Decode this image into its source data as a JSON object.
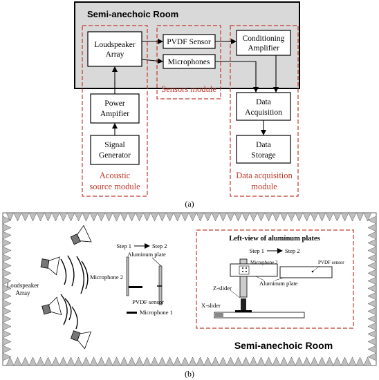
{
  "panel_a": {
    "room_title": "Semi-anechoic Room",
    "blocks": {
      "loudspeaker_array": [
        "Loudspeaker",
        "Array"
      ],
      "pvdf_sensor": [
        "PVDF Sensor"
      ],
      "conditioning_amplifier": [
        "Conditioning",
        "Amplifier"
      ],
      "microphones": [
        "Microphones"
      ],
      "power_amplifier": [
        "Power",
        "Ampifier"
      ],
      "signal_generator": [
        "Signal",
        "Generator"
      ],
      "data_acquisition": [
        "Data",
        "Acquisition"
      ],
      "data_storage": [
        "Data",
        "Storage"
      ]
    },
    "modules": {
      "acoustic_source": [
        "Acoustic",
        "source module"
      ],
      "sensors": [
        "Sensors module"
      ],
      "data_acquisition": [
        "Data acquisition",
        "module"
      ]
    },
    "caption": "(a)"
  },
  "panel_b": {
    "room_title": "Semi-anechoic Room",
    "loudspeaker_label": [
      "Loudspeaker",
      "Array"
    ],
    "step_left": {
      "from": "Step 1",
      "to": "Step 2"
    },
    "aluminum_plate": "Aluminum plate",
    "microphone_2": "Microphone 2",
    "pvdf_sensor": "PVDF sensor",
    "microphone_1": "Microphone 1",
    "inset": {
      "title": "Left-view of aluminum plates",
      "step_from": "Step 1",
      "step_to": "Step 2",
      "microphone_2": "Microphone 2",
      "pvdf_sensor": "PVDF sensor",
      "aluminum_plate": "Aluminum plate",
      "z_slider": "Z-slider",
      "x_slider": "X-slider"
    },
    "caption": "(b)"
  },
  "colors": {
    "room_fill": "#d9d9d9",
    "module_dash": "#c0392b",
    "module_text": "#c0392b",
    "wedge_fill": "#bfbfbf"
  }
}
